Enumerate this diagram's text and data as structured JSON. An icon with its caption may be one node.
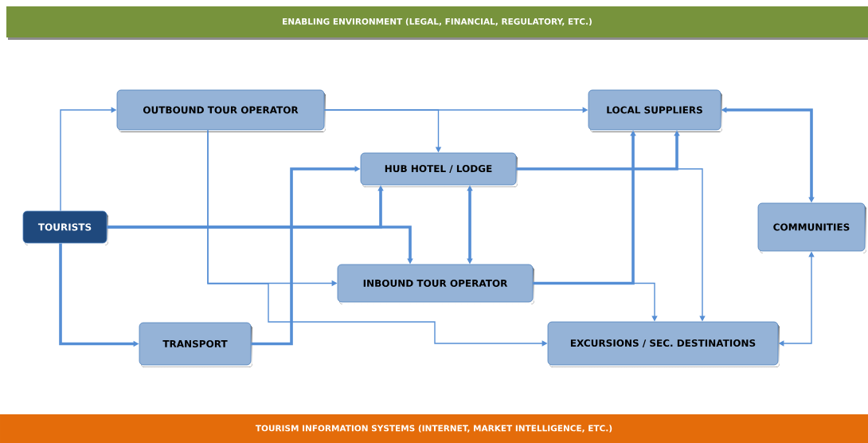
{
  "diagram": {
    "nodes": [
      {
        "text": [
          "ENABLING ENVIRONMENT (LEGAL, FINANCIAL, REGULATORY, ETC.)"
        ]
      },
      {
        "text": [
          "OUTBOUND TOUR OPERATOR"
        ]
      },
      {
        "text": [
          "LOCAL SUPPLIERS"
        ]
      },
      {
        "text": [
          "HUB HOTEL / LODGE"
        ]
      },
      {
        "text": [
          "TOURISTS"
        ]
      },
      {
        "text": [
          "COMMUNITIES"
        ]
      },
      {
        "text": [
          "INBOUND TOUR OPERATOR"
        ]
      },
      {
        "text": [
          "TRANSPORT"
        ]
      },
      {
        "text": [
          "EXCURSIONS / SEC. DESTINATIONS"
        ]
      },
      {
        "text": [
          "TOURISM INFORMATION SYSTEMS (INTERNET, MARKET INTELLIGENCE, ETC.)"
        ]
      }
    ],
    "edges": [
      {
        "from": 4,
        "to": 1,
        "arrow": "to"
      },
      {
        "from": 1,
        "to": 2,
        "arrow": "to"
      },
      {
        "from": 1,
        "to": 3,
        "arrow": "to"
      },
      {
        "from": 1,
        "to": 6,
        "arrow": "to"
      },
      {
        "from": 1,
        "to": 8,
        "arrow": "to"
      },
      {
        "from": 4,
        "to": 3,
        "arrow": "to",
        "style": "thick"
      },
      {
        "from": 4,
        "to": 6,
        "arrow": "to",
        "style": "thick"
      },
      {
        "from": 4,
        "to": 7,
        "arrow": "to",
        "style": "thick"
      },
      {
        "from": 7,
        "to": 3,
        "arrow": "to",
        "style": "thick"
      },
      {
        "from": 3,
        "to": 6,
        "arrow": "both",
        "style": "thick"
      },
      {
        "from": 3,
        "to": 2,
        "arrow": "to",
        "style": "thick"
      },
      {
        "from": 3,
        "to": 8,
        "arrow": "to"
      },
      {
        "from": 6,
        "to": 2,
        "arrow": "to",
        "style": "thick"
      },
      {
        "from": 6,
        "to": 8,
        "arrow": "to"
      },
      {
        "from": 2,
        "to": 5,
        "arrow": "both",
        "style": "thick"
      },
      {
        "from": 5,
        "to": 8,
        "arrow": "both"
      }
    ]
  }
}
